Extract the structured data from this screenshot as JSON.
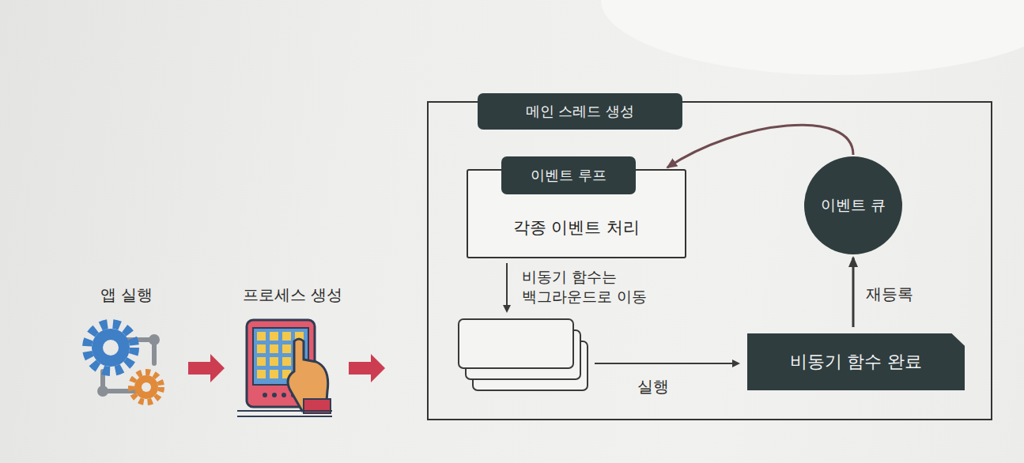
{
  "diagram": {
    "nodes": [
      {
        "text": [
          "메인 스레드 생성"
        ]
      },
      {
        "text": [
          "이벤트 루프",
          "각종 이벤트 처리"
        ],
        "in": 0
      },
      {
        "text": [
          "비동기 함수 완료"
        ],
        "in": 0
      },
      {
        "text": [
          "이벤트 큐"
        ],
        "in": 0
      }
    ],
    "edges": [
      {
        "from": 2,
        "to": 3,
        "label": "재등록",
        "arrow": "to"
      },
      {
        "from": 3,
        "to": 1,
        "arrow": "to"
      }
    ],
    "labels": [
      "앱 실행",
      "프로세스 생성",
      "비동기 함수는 백그라운드로 이동",
      "실행"
    ]
  }
}
